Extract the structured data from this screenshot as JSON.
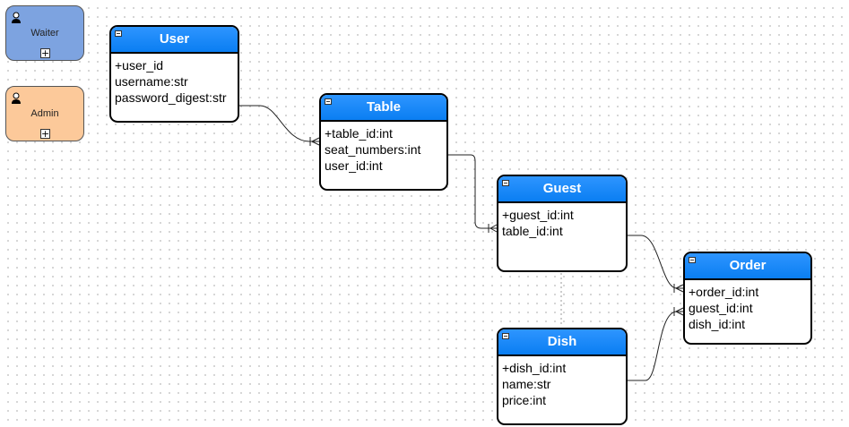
{
  "actors": [
    {
      "id": "waiter",
      "label": "Waiter",
      "color": "#7da3e0",
      "icon": "person-icon"
    },
    {
      "id": "admin",
      "label": "Admin",
      "color": "#fcc99a",
      "icon": "person-icon"
    }
  ],
  "entities": [
    {
      "id": "user",
      "title": "User",
      "fields": [
        "+user_id",
        "username:str",
        "password_digest:str"
      ]
    },
    {
      "id": "table",
      "title": "Table",
      "fields": [
        "+table_id:int",
        "seat_numbers:int",
        "user_id:int"
      ]
    },
    {
      "id": "guest",
      "title": "Guest",
      "fields": [
        "+guest_id:int",
        "table_id:int"
      ]
    },
    {
      "id": "order",
      "title": "Order",
      "fields": [
        "+order_id:int",
        "guest_id:int",
        "dish_id:int"
      ]
    },
    {
      "id": "dish",
      "title": "Dish",
      "fields": [
        "+dish_id:int",
        "name:str",
        "price:int"
      ]
    }
  ],
  "relationships": [
    {
      "from": "user",
      "to": "table",
      "end": "crow-foot"
    },
    {
      "from": "table",
      "to": "guest",
      "end": "crow-foot"
    },
    {
      "from": "guest",
      "to": "order",
      "end": "crow-foot"
    },
    {
      "from": "dish",
      "to": "order",
      "end": "crow-foot"
    },
    {
      "from": "guest",
      "to": "dish",
      "style": "dotted"
    }
  ]
}
